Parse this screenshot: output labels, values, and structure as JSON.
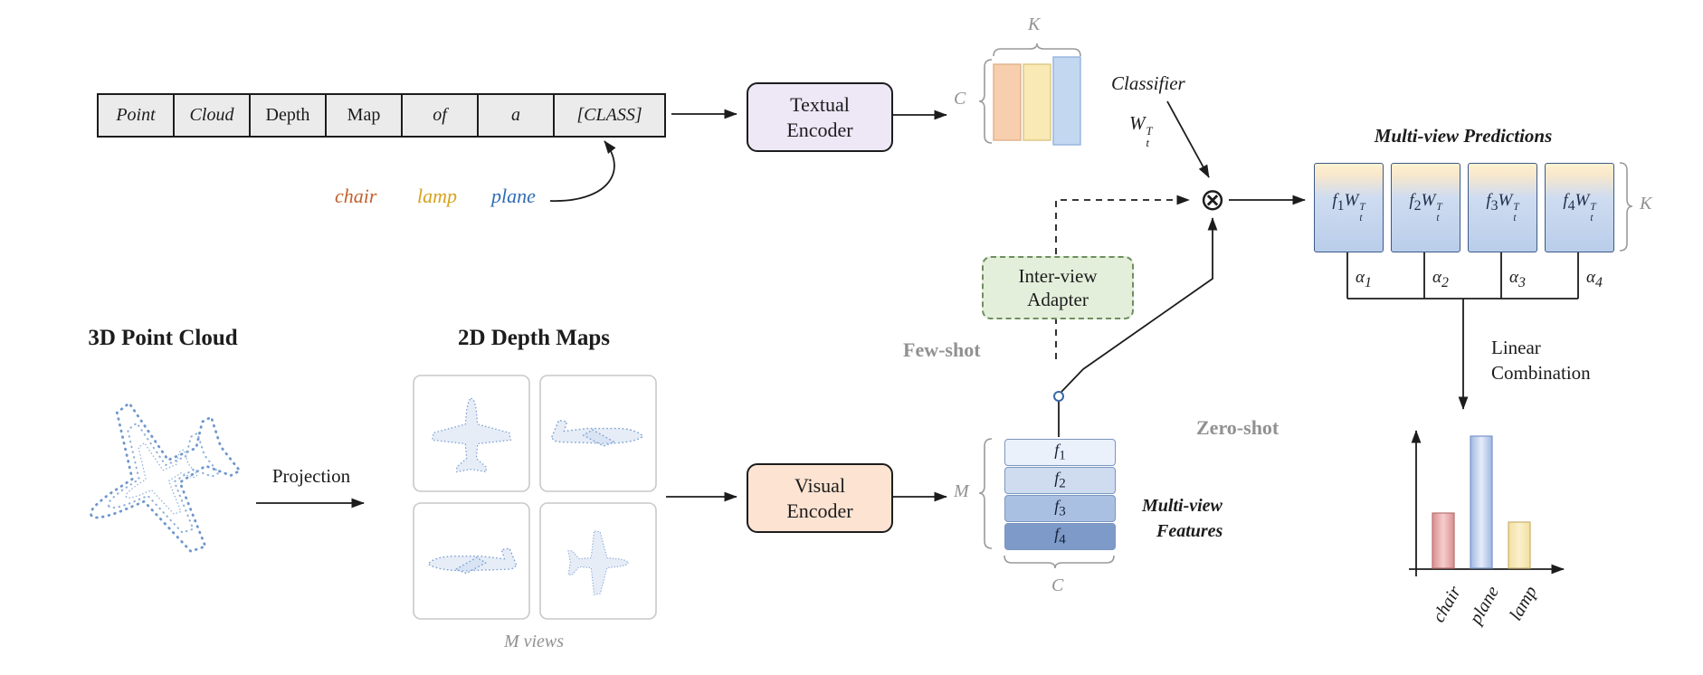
{
  "colors": {
    "chair": "#c0622d",
    "lamp": "#d7a21e",
    "plane": "#2f6db5",
    "textual_encoder_bg": "#ede7f6",
    "visual_encoder_bg": "#fde3d2",
    "adapter_bg": "#e4efdb",
    "adapter_border": "#6e8f5e",
    "classifier_orange": "#f7cfae",
    "classifier_yellow": "#f9e9b4",
    "classifier_blue": "#c3d7f0",
    "feature_f1": "#eaf1fb",
    "feature_f2": "#cfdcef",
    "feature_f3": "#a9c0e2",
    "feature_f4": "#7e9ac8",
    "gray_label": "#919191"
  },
  "prompt": {
    "cells": [
      "Point",
      "Cloud",
      "Depth",
      "Map",
      "of",
      "a",
      "[CLASS]"
    ]
  },
  "classes": [
    {
      "label": "chair"
    },
    {
      "label": "lamp"
    },
    {
      "label": "plane"
    }
  ],
  "textual_encoder": {
    "line1": "Textual",
    "line2": "Encoder"
  },
  "visual_encoder": {
    "line1": "Visual",
    "line2": "Encoder"
  },
  "adapter": {
    "line1": "Inter-view",
    "line2": "Adapter"
  },
  "math": {
    "f": "f",
    "W": "W",
    "t": "t",
    "T": "T",
    "alpha": "α",
    "otimes": "⊗"
  },
  "classifier": {
    "label": "Classifier",
    "dim_c": "C",
    "dim_k": "K"
  },
  "predictions": {
    "title": "Multi-view Predictions",
    "boxes": [
      {
        "f_sub": "1"
      },
      {
        "f_sub": "2"
      },
      {
        "f_sub": "3"
      },
      {
        "f_sub": "4"
      }
    ],
    "dim_k": "K",
    "alphas": [
      "1",
      "2",
      "3",
      "4"
    ],
    "linear1": "Linear",
    "linear2": "Combination"
  },
  "features": {
    "rows": [
      {
        "sub": "1"
      },
      {
        "sub": "2"
      },
      {
        "sub": "3"
      },
      {
        "sub": "4"
      }
    ],
    "dim_m": "M",
    "dim_c": "C",
    "label1": "Multi-view",
    "label2": "Features"
  },
  "pipeline": {
    "point_cloud_title": "3D Point Cloud",
    "depth_maps_title": "2D Depth Maps",
    "projection": "Projection",
    "m_views": "M views",
    "few_shot": "Few-shot",
    "zero_shot": "Zero-shot"
  },
  "chart_data": {
    "type": "bar",
    "categories": [
      "chair",
      "plane",
      "lamp"
    ],
    "values": [
      0.4,
      1.0,
      0.33
    ],
    "title": "",
    "xlabel": "",
    "ylabel": "",
    "ylim": [
      0,
      1
    ],
    "bar_colors": [
      "#eaa6a6",
      "#b7c9ec",
      "#f6e9b4"
    ],
    "legend": false
  }
}
